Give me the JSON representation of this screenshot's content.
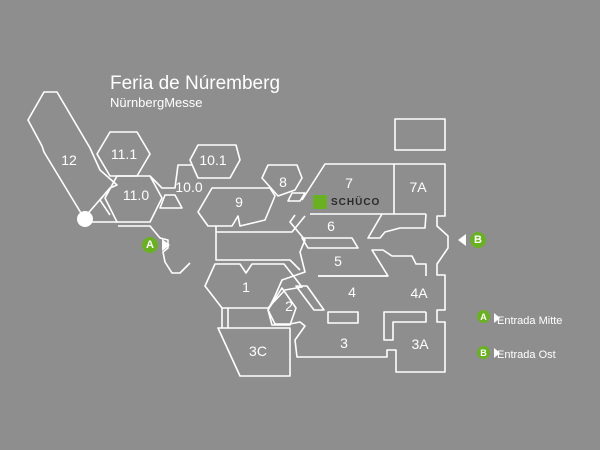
{
  "header": {
    "title": "Feria de Núremberg",
    "subtitle": "NürnbergMesse"
  },
  "halls": [
    {
      "label": "12"
    },
    {
      "label": "11.1"
    },
    {
      "label": "11.0"
    },
    {
      "label": "10.1"
    },
    {
      "label": "10.0"
    },
    {
      "label": "9"
    },
    {
      "label": "8"
    },
    {
      "label": "7"
    },
    {
      "label": "7A"
    },
    {
      "label": "6"
    },
    {
      "label": "5"
    },
    {
      "label": "4"
    },
    {
      "label": "4A"
    },
    {
      "label": "1"
    },
    {
      "label": "2"
    },
    {
      "label": "3"
    },
    {
      "label": "3A"
    },
    {
      "label": "3C"
    }
  ],
  "logo": {
    "text": "SCHÜCO"
  },
  "entrances": [
    {
      "letter": "A",
      "name": "Entrada Mitte"
    },
    {
      "letter": "B",
      "name": "Entrada Ost"
    }
  ],
  "colors": {
    "background": "#8e8e8e",
    "accent": "#6ab023",
    "lines": "#ffffff"
  }
}
